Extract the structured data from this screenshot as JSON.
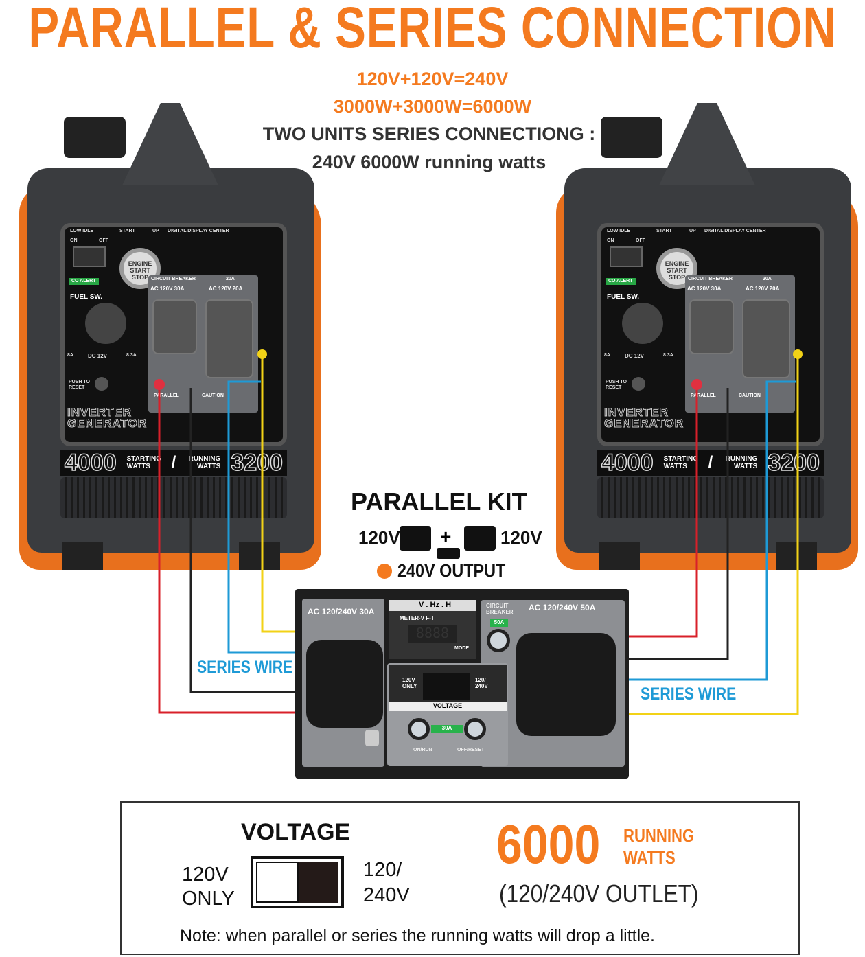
{
  "title": "PARALLEL & SERIES CONNECTION",
  "formula_voltage": "120V+120V=240V",
  "formula_watts": "3000W+3000W=6000W",
  "series_line1": "TWO UNITS SERIES  CONNECTIONG :",
  "series_line2": "240V 6000W running watts",
  "generator": {
    "low_idle": "LOW IDLE",
    "start": "START",
    "up": "UP",
    "display_center": "DIGITAL DISPLAY CENTER",
    "on": "ON",
    "off": "OFF",
    "engine_btn": "ENGINE START STOP",
    "co_alert": "CO ALERT",
    "fuel": "FUEL SW.",
    "dc": "DC 12V",
    "dc_left": "8A",
    "dc_right": "8.3A",
    "reset": "PUSH TO RESET",
    "ac30": "AC 120V 30A",
    "ac20": "AC 120V 20A",
    "breaker": "CIRCUIT BREAKER",
    "amp20": "20A",
    "parallel": "PARALLEL",
    "caution": "CAUTION",
    "brand1": "INVERTER",
    "brand2": "GENERATOR",
    "starting_value": "4000",
    "starting_label": "STARTING WATTS",
    "slash": "/",
    "running_label": "RUNNING WATTS",
    "running_value": "3200"
  },
  "kit_legend": {
    "title": "PARALLEL KIT",
    "left_v": "120V",
    "plus": "+",
    "right_v": "120V",
    "output": "240V OUTPUT"
  },
  "kit": {
    "outlet30": "AC 120/240V 30A",
    "meter_title": "V . Hz . H",
    "meter": "METER-V F-T",
    "digits": "8888",
    "mode": "MODE",
    "cb": "CIRCUIT BREAKER",
    "cb50": "50A",
    "outlet50": "AC 120/240V 50A",
    "sw_left": "120V ONLY",
    "sw_right": "120/ 240V",
    "voltage": "VOLTAGE",
    "amp30": "30A",
    "on_run": "ON/RUN",
    "off_reset": "OFF/RESET"
  },
  "series_wire_left": "SERIES WIRE",
  "series_wire_right": "SERIES WIRE",
  "wire_colors": {
    "red": "#d8202a",
    "black": "#222222",
    "blue": "#1e9ad6",
    "yellow": "#f2d217"
  },
  "bottom": {
    "voltage_title": "VOLTAGE",
    "left_line1": "120V",
    "left_line2": "ONLY",
    "right_line1": "120/",
    "right_line2": "240V",
    "watts_value": "6000",
    "watts_label1": "RUNNING",
    "watts_label2": "WATTS",
    "outlet": "(120/240V OUTLET)",
    "note": "Note: when parallel or series the running watts will drop a little."
  }
}
